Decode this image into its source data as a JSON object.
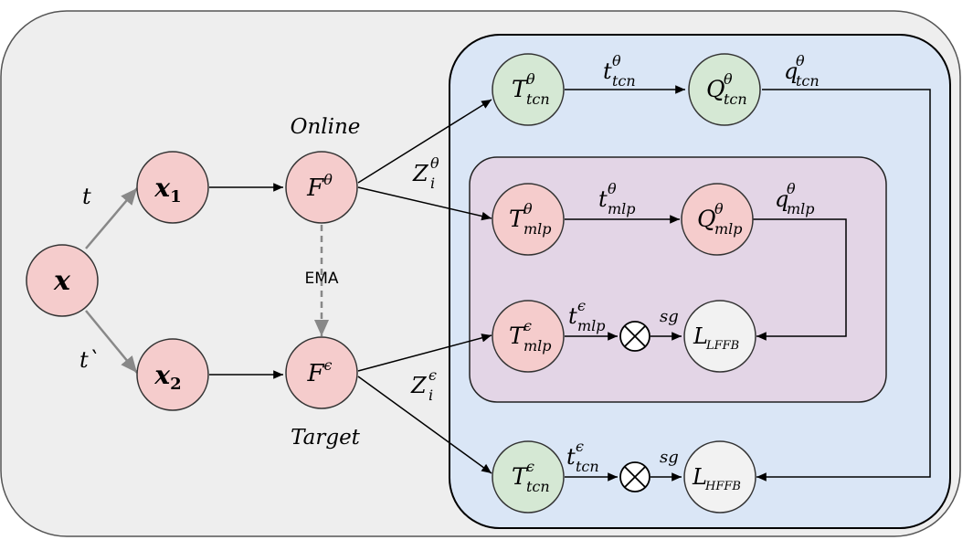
{
  "nodes": {
    "x": {
      "base": "x",
      "sub": "",
      "sup": ""
    },
    "x1": {
      "base": "x",
      "sub": "1",
      "sup": ""
    },
    "x2": {
      "base": "x",
      "sub": "2",
      "sup": ""
    },
    "f_online": {
      "base": "F",
      "sub": "",
      "sup": "θ"
    },
    "f_target": {
      "base": "F",
      "sub": "",
      "sup": "ϵ"
    },
    "t_tcn_theta": {
      "base": "T",
      "sub": "tcn",
      "sup": "θ"
    },
    "q_tcn_theta": {
      "base": "Q",
      "sub": "tcn",
      "sup": "θ"
    },
    "t_mlp_theta": {
      "base": "T",
      "sub": "mlp",
      "sup": "θ"
    },
    "q_mlp_theta": {
      "base": "Q",
      "sub": "mlp",
      "sup": "θ"
    },
    "t_mlp_eps": {
      "base": "T",
      "sub": "mlp",
      "sup": "ϵ"
    },
    "l_lffb": {
      "base": "L",
      "sub": "LFFB",
      "sup": ""
    },
    "t_tcn_eps": {
      "base": "T",
      "sub": "tcn",
      "sup": "ϵ"
    },
    "l_hffb": {
      "base": "L",
      "sub": "HFFB",
      "sup": ""
    }
  },
  "labels": {
    "t": "t",
    "t_prime": "t`",
    "online": "Online",
    "target": "Target",
    "ema": "EMA",
    "sg": "sg",
    "otimes": "⊗"
  },
  "edge_labels": {
    "z_theta": {
      "base": "Z",
      "sub": "i",
      "sup": "θ"
    },
    "z_eps": {
      "base": "Z",
      "sub": "i",
      "sup": "ϵ"
    },
    "t_tcn_theta": {
      "base": "t",
      "sub": "tcn",
      "sup": "θ"
    },
    "q_tcn_theta": {
      "base": "q",
      "sub": "tcn",
      "sup": "θ"
    },
    "t_mlp_theta": {
      "base": "t",
      "sub": "mlp",
      "sup": "θ"
    },
    "q_mlp_theta": {
      "base": "q",
      "sub": "mlp",
      "sup": "θ"
    },
    "t_mlp_eps": {
      "base": "t",
      "sub": "mlp",
      "sup": "ϵ"
    },
    "t_tcn_eps": {
      "base": "t",
      "sub": "tcn",
      "sup": "ϵ"
    }
  },
  "colors": {
    "outer_bg": "#eeeeee",
    "blue_bg": "#dae6f6",
    "purple_bg": "#e3d5e6",
    "pink_node": "#f5cccc",
    "green_node": "#d5e8d4",
    "gray_node": "#f2f2f2",
    "gray_arrow": "#888888"
  }
}
